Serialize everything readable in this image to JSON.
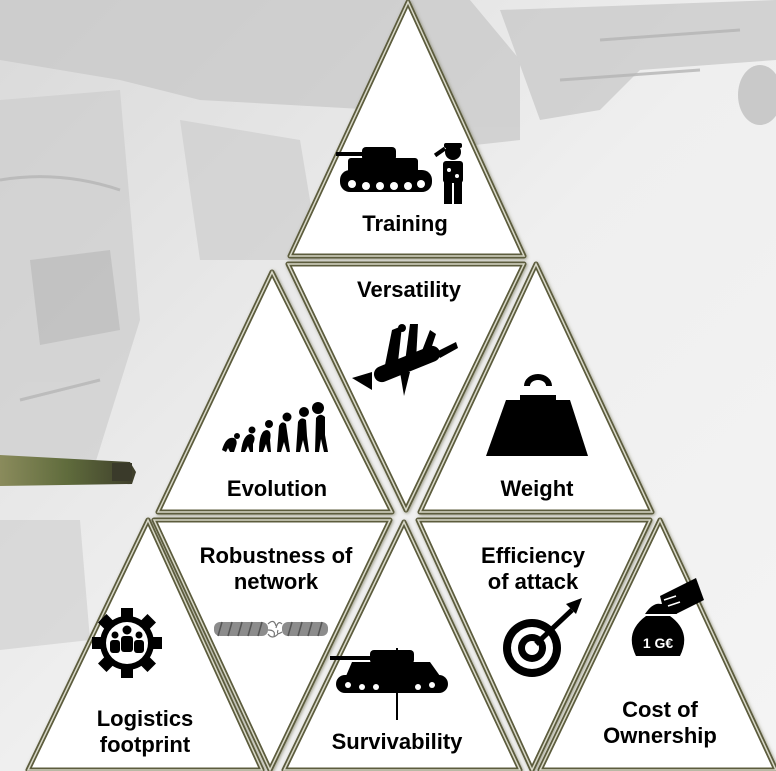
{
  "diagram": {
    "tiles": [
      {
        "id": "training",
        "lines": [
          "Training"
        ],
        "icon": "tank-and-soldier-icon"
      },
      {
        "id": "versatility",
        "lines": [
          "Versatility"
        ],
        "icon": "multitool-knife-icon"
      },
      {
        "id": "evolution",
        "lines": [
          "Evolution"
        ],
        "icon": "human-evolution-icon"
      },
      {
        "id": "weight",
        "lines": [
          "Weight"
        ],
        "icon": "kettlebell-weight-icon"
      },
      {
        "id": "logistics",
        "lines": [
          "Logistics",
          "footprint"
        ],
        "icon": "people-gear-icon"
      },
      {
        "id": "robustness",
        "lines": [
          "Robustness of",
          "network"
        ],
        "icon": "broken-cable-icon"
      },
      {
        "id": "survivability",
        "lines": [
          "Survivability"
        ],
        "icon": "tank-crosshair-icon"
      },
      {
        "id": "efficiency",
        "lines": [
          "Efficiency",
          "of attack"
        ],
        "icon": "target-arrow-icon"
      },
      {
        "id": "cost",
        "lines": [
          "Cost of",
          "Ownership"
        ],
        "icon": "money-bag-icon",
        "icon_text": "1 G€"
      }
    ],
    "colors": {
      "background": "#e6e6e6",
      "tile_fill": "#ffffff",
      "tile_border": "#5b5b3c",
      "text": "#000000",
      "icon": "#000000",
      "camo": "#6f7a4a"
    }
  }
}
